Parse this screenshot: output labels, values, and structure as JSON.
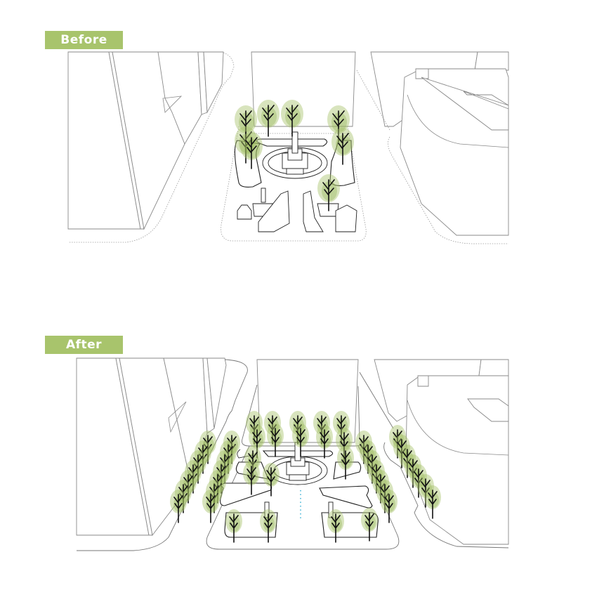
{
  "panels": [
    {
      "label": "Before",
      "label_color": "#a8c46c",
      "description": "Existing plaza with monument, few trees, kiosks and small planters",
      "tree_count_approx": 9
    },
    {
      "label": "After",
      "label_color": "#a8c46c",
      "description": "Redesigned plaza with tree-lined sidewalks, planter beds and central water feature",
      "tree_count_approx": 44
    }
  ],
  "colors": {
    "tree_canopy": "#a8c46c",
    "water_feature": "#45b6d8",
    "building_outline": "#8a8a8a",
    "planter_outline": "#222222"
  }
}
